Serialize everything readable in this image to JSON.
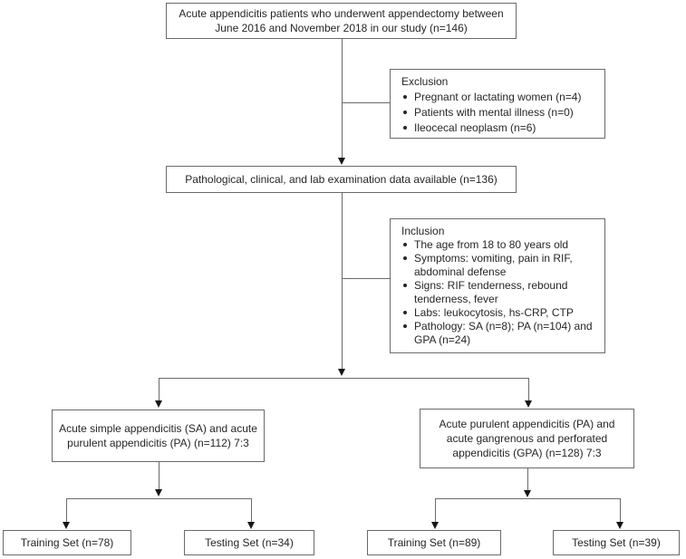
{
  "colors": {
    "background": "#ffffff",
    "box_border": "#6a6a6a",
    "connector_line": "#6a6a6a",
    "arrowhead": "#161616",
    "text": "#262626"
  },
  "nodes": {
    "enrollment": {
      "text": "Acute appendicitis patients who underwent appendectomy between\nJune 2016 and November 2018 in our study (n=146)"
    },
    "exclusion": {
      "title": "Exclusion",
      "items": [
        "Pregnant or lactating women (n=4)",
        "Patients with mental illness (n=0)",
        "Ileocecal neoplasm (n=6)"
      ]
    },
    "data_available": {
      "text": "Pathological, clinical, and lab examination data available (n=136)"
    },
    "inclusion": {
      "title": "Inclusion",
      "items": [
        "The age from 18 to 80 years old",
        "Symptoms: vomiting, pain in RIF, abdominal defense",
        "Signs: RIF tenderness, rebound tenderness, fever",
        "Labs: leukocytosis, hs-CRP, CTP",
        "Pathology: SA (n=8); PA (n=104) and GPA (n=24)"
      ]
    },
    "cohort_sa_pa": {
      "text": "Acute simple appendicitis (SA) and acute\npurulent appendicitis (PA) (n=112) 7:3"
    },
    "cohort_pa_gpa": {
      "text": "Acute purulent appendicitis (PA) and\nacute gangrenous and perforated\nappendicitis (GPA) (n=128) 7:3"
    },
    "training_sa_pa": {
      "text": "Training Set (n=78)"
    },
    "testing_sa_pa": {
      "text": "Testing Set (n=34)"
    },
    "training_pa_gpa": {
      "text": "Training Set (n=89)"
    },
    "testing_pa_gpa": {
      "text": "Testing Set (n=39)"
    }
  }
}
